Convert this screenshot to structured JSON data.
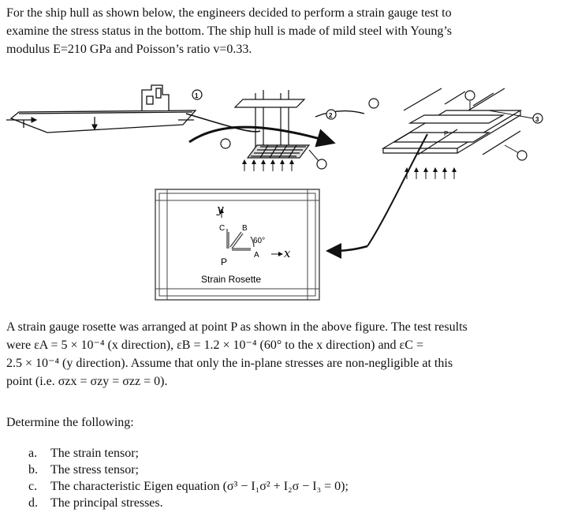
{
  "intro": {
    "line1": "For the ship hull as shown below, the engineers decided to perform a strain gauge test to",
    "line2": "examine the stress status in the bottom. The ship hull is made of mild steel with Young’s",
    "line3": "modulus E=210 GPa and Poisson’s ratio v=0.33."
  },
  "figure": {
    "rosette_title": "Strain Rosette",
    "angle": "60°",
    "label_x": "x",
    "label_y": "y",
    "label_A": "A",
    "label_B": "B",
    "label_C": "C",
    "label_P": "P",
    "label_plate_P": "P",
    "callouts": [
      "1",
      "2",
      "3"
    ]
  },
  "results": {
    "line1": "A strain gauge rosette was arranged at point P as shown in the above figure. The test results",
    "line2": "were εA = 5 × 10⁻⁴ (x direction), εB = 1.2 × 10⁻⁴ (60° to the x direction) and εC =",
    "line3": "2.5 × 10⁻⁴ (y direction). Assume that only the in-plane stresses are non-negligible at this",
    "line4": "point (i.e. σzx = σzy = σzz = 0)."
  },
  "determine": "Determine the following:",
  "tasks": [
    {
      "letter": "a.",
      "text": "The strain tensor;"
    },
    {
      "letter": "b.",
      "text": "The stress tensor;"
    },
    {
      "letter": "c.",
      "text": "The characteristic Eigen equation (σ³ − I₁σ² + I₂σ − I₃ = 0);"
    },
    {
      "letter": "d.",
      "text": "The principal stresses."
    }
  ]
}
